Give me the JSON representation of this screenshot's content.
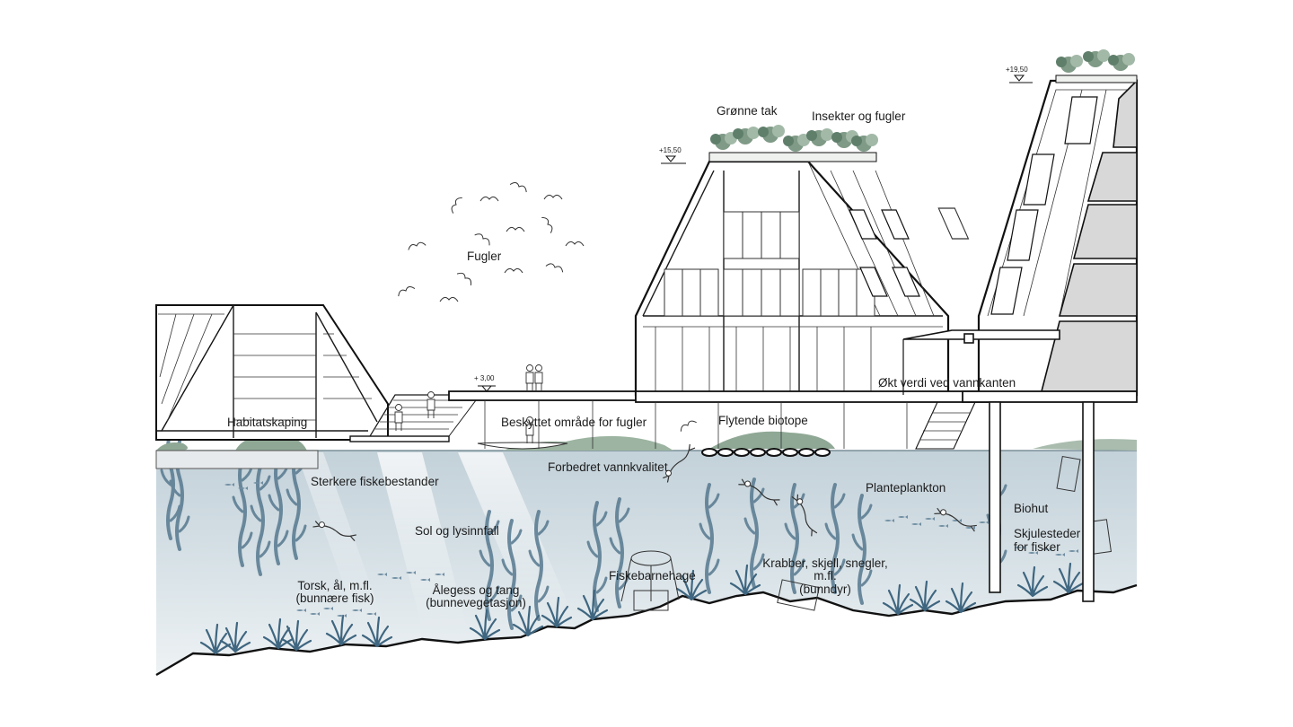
{
  "labels": {
    "fugler": "Fugler",
    "gronne_tak": "Grønne tak",
    "insekter": "Insekter og fugler",
    "habitatskaping": "Habitatskaping",
    "beskyttet": "Beskyttet område for fugler",
    "flytende": "Flytende biotope",
    "okt_verdi": "Økt verdi ved vannkanten",
    "forbedret": "Forbedret vannkvalitet",
    "sterkere": "Sterkere fiskebestander",
    "planteplankton": "Planteplankton",
    "biohut": "Biohut",
    "skjulesteder_1": "Skjulesteder",
    "skjulesteder_2": "for fisker",
    "sol": "Sol og lysinnfall",
    "torsk_1": "Torsk, ål, m.fl.",
    "torsk_2": "(bunnære fisk)",
    "alegess_1": "Ålegess og tang",
    "alegess_2": "(bunnevegetasjon)",
    "fiskebarnehage": "Fiskebarnehage",
    "krabber_1": "Krabber, skjell, snegler,",
    "krabber_2": "m.fl.",
    "krabber_3": "(bunndyr)"
  },
  "elevations": {
    "deck": "+ 3,00",
    "roof_mid": "+15,50",
    "roof_right": "+19,50"
  },
  "colors": {
    "water_top": "#c9d6dd",
    "water_bottom": "#e8eef1",
    "kelp": "#5f7f95",
    "kelp_dark": "#2f5670",
    "greenery": "#8fa895",
    "building_shade": "#d8d8d8"
  }
}
